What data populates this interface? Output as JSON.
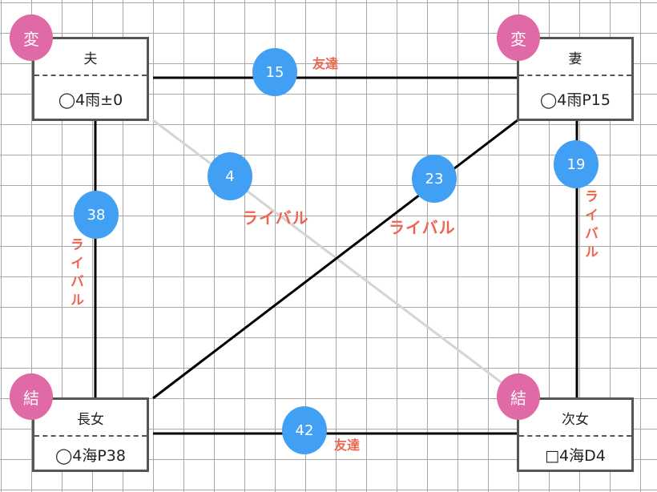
{
  "nodes": {
    "husband": {
      "name": "夫",
      "stat": "◯4雨±0",
      "badge": "変"
    },
    "wife": {
      "name": "妻",
      "stat": "◯4雨P15",
      "badge": "変"
    },
    "eldest": {
      "name": "長女",
      "stat": "◯4海P38",
      "badge": "結"
    },
    "second": {
      "name": "次女",
      "stat": "□4海D4",
      "badge": "結"
    }
  },
  "edges": {
    "husband_wife": {
      "value": "15",
      "label": "友達"
    },
    "husband_second": {
      "value": "4",
      "label": "ライバル"
    },
    "wife_eldest": {
      "value": "23",
      "label": "ライバル"
    },
    "wife_second": {
      "value": "19",
      "label": "ライバル"
    },
    "husband_eldest": {
      "value": "38",
      "label": "ライバル"
    },
    "eldest_second": {
      "value": "42",
      "label": "友達"
    }
  },
  "colors": {
    "badge": "#e06aa6",
    "number": "#42a0f4",
    "label": "#ee6650"
  }
}
